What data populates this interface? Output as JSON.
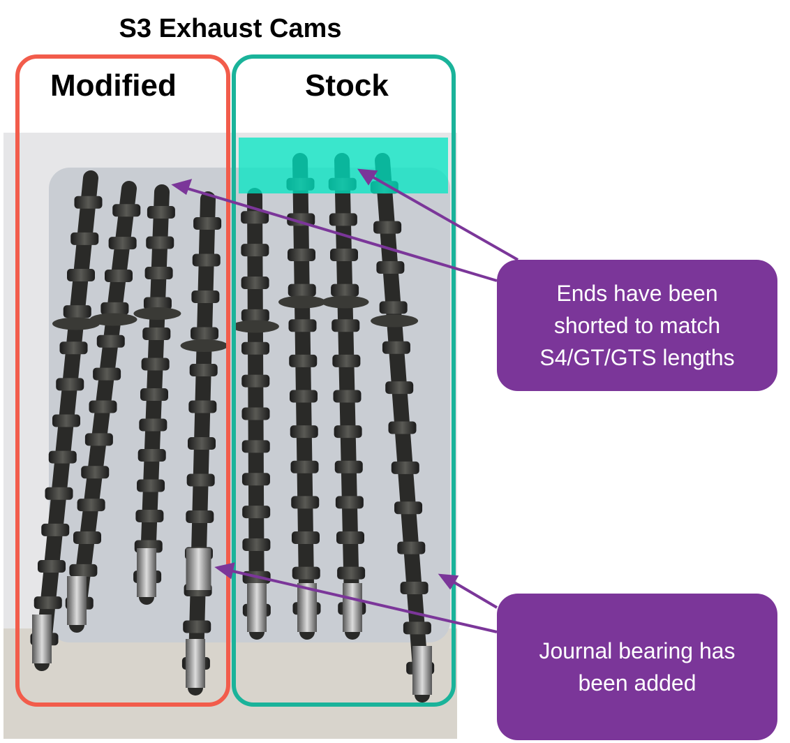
{
  "title": "S3 Exhaust Cams",
  "groups": {
    "modified": {
      "label": "Modified",
      "color": "#F25C4B"
    },
    "stock": {
      "label": "Stock",
      "color": "#1AB39A"
    }
  },
  "callouts": [
    {
      "lines": [
        "Ends have been",
        "shorted to match",
        "S4/GT/GTS lengths"
      ],
      "color": "#7B3699"
    },
    {
      "lines": [
        "Journal bearing has",
        "been added"
      ],
      "color": "#7B3699"
    }
  ]
}
